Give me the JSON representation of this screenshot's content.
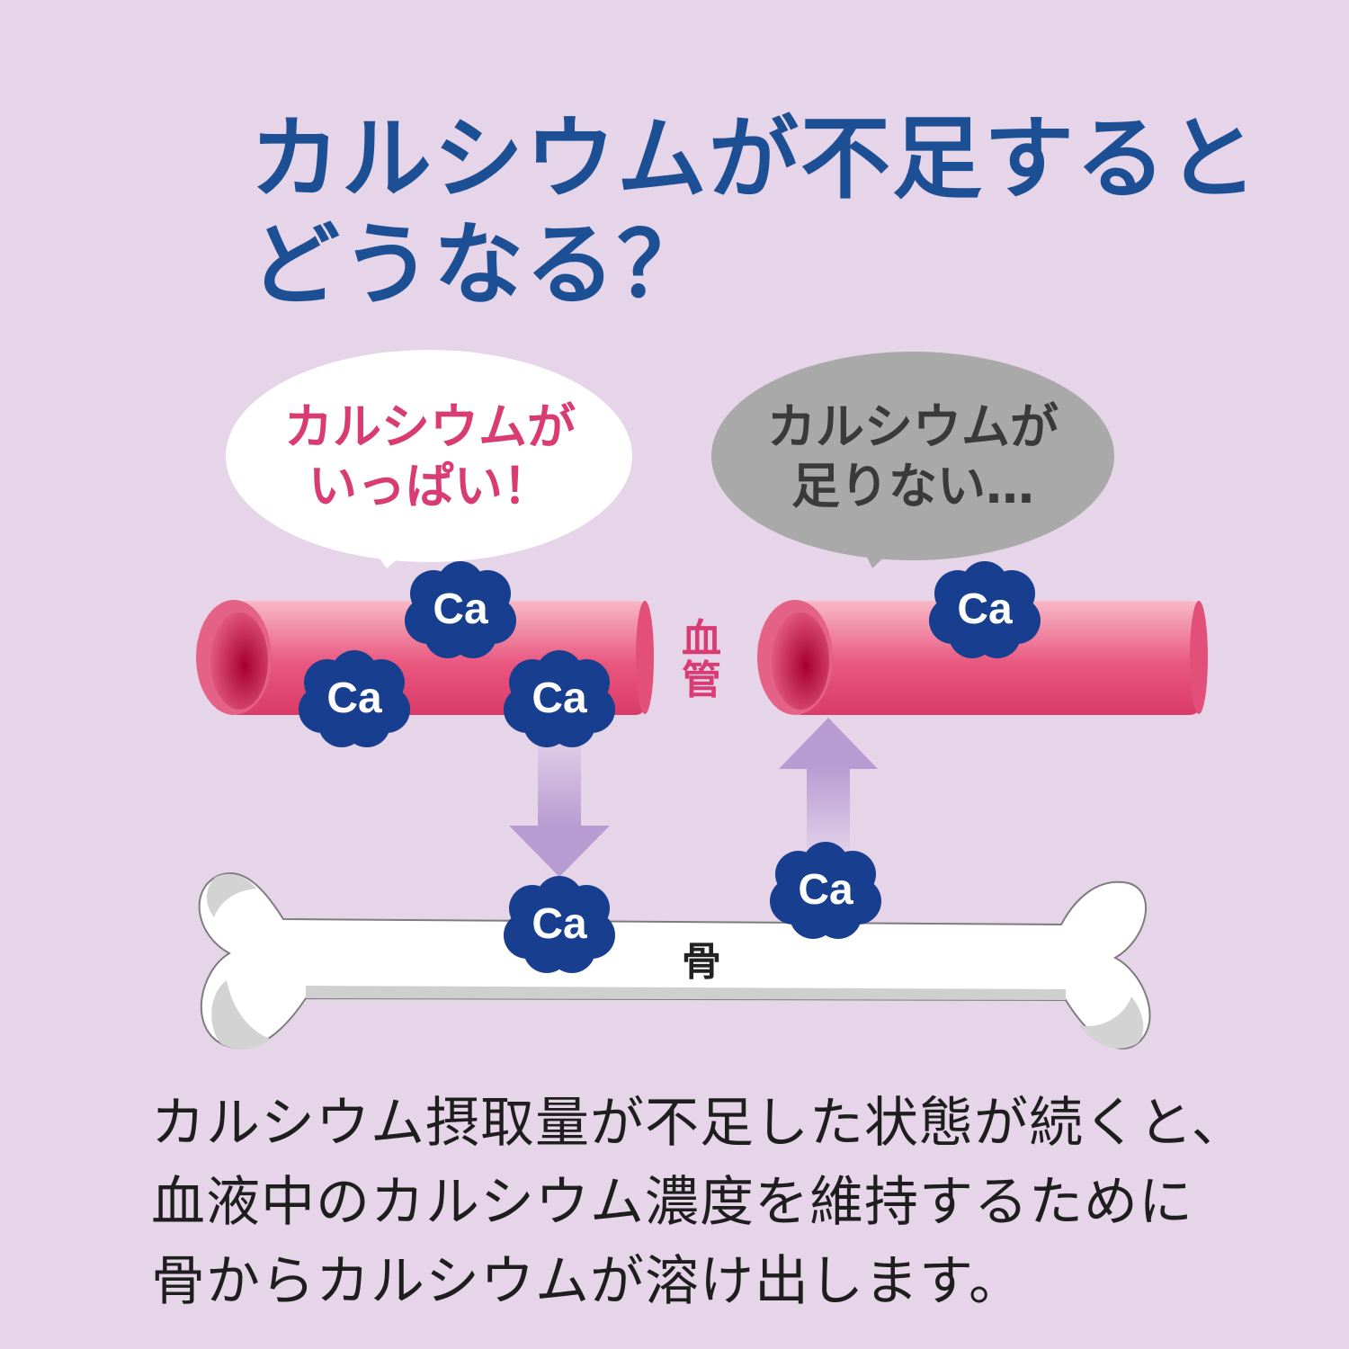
{
  "title": {
    "line1": "カルシウムが不足すると",
    "line2": "どうなる？"
  },
  "bubbles": {
    "left": {
      "line1": "カルシウムが",
      "line2": "いっぱい！"
    },
    "right": {
      "line1": "カルシウムが",
      "line2": "足りない…"
    }
  },
  "labels": {
    "vessel": "血管",
    "bone": "骨",
    "calcium": "Ca"
  },
  "caption": {
    "line1": "カルシウム摂取量が不足した状態が続くと、",
    "line2": "血液中のカルシウム濃度を維持するために",
    "line3": "骨からカルシウムが溶け出します。"
  },
  "colors": {
    "background": "#e6d4e8",
    "title": "#1d4f95",
    "vessel": "#e24f78",
    "calcium": "#183f8f",
    "arrow": "#b79bd0"
  }
}
